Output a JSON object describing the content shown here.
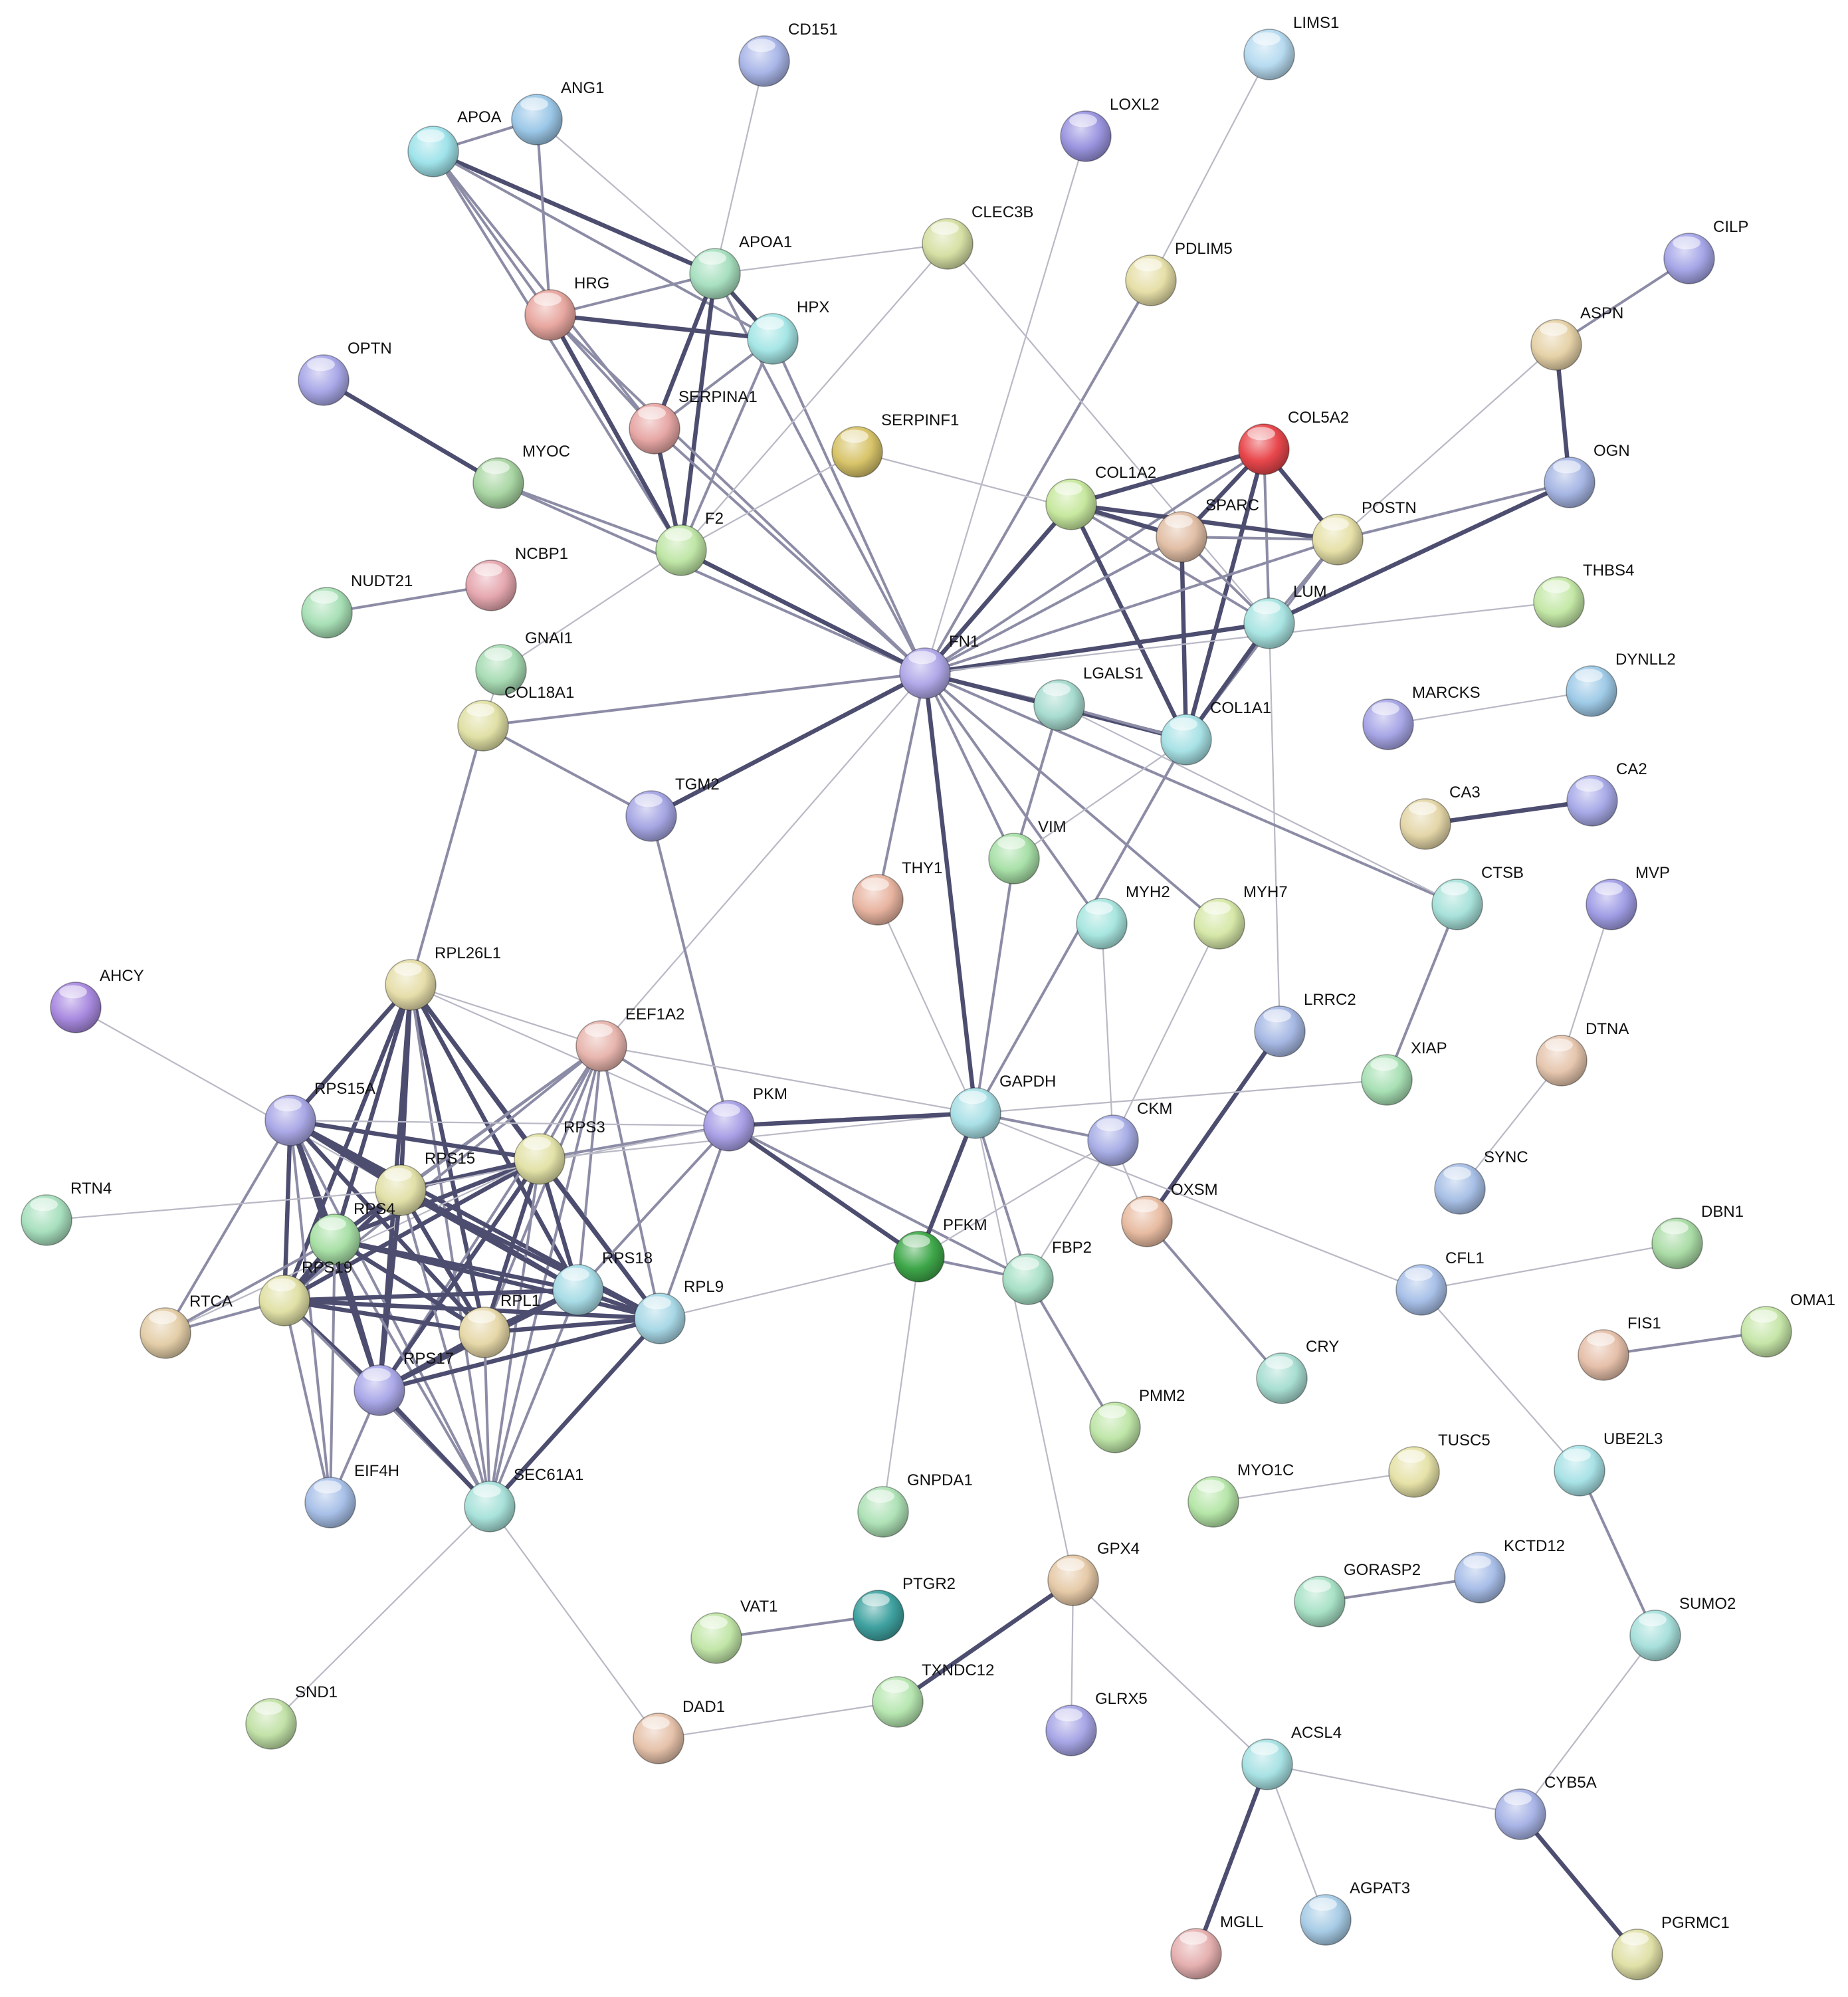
{
  "network": {
    "nodes": [
      {
        "id": "CD151",
        "color": "#a9b6e8"
      },
      {
        "id": "LIMS1",
        "color": "#b7dbf0"
      },
      {
        "id": "ANG1",
        "color": "#9cc8e8"
      },
      {
        "id": "APOA",
        "color": "#9fe3ea"
      },
      {
        "id": "LOXL2",
        "color": "#9b95e0"
      },
      {
        "id": "CLEC3B",
        "color": "#d6e0a4"
      },
      {
        "id": "APOA1",
        "color": "#a8e0c0"
      },
      {
        "id": "HRG",
        "color": "#e8a7a0"
      },
      {
        "id": "HPX",
        "color": "#a6e6e6"
      },
      {
        "id": "PDLIM5",
        "color": "#e6dfa8"
      },
      {
        "id": "CILP",
        "color": "#a6a6e8"
      },
      {
        "id": "ASPN",
        "color": "#e6d2a8"
      },
      {
        "id": "OPTN",
        "color": "#a9a8e8"
      },
      {
        "id": "SERPINA1",
        "color": "#e7a7a5"
      },
      {
        "id": "SERPINF1",
        "color": "#d8c46a"
      },
      {
        "id": "COL5A2",
        "color": "#e8474c"
      },
      {
        "id": "MYOC",
        "color": "#a9d6a3"
      },
      {
        "id": "OGN",
        "color": "#a6b6e4"
      },
      {
        "id": "COL1A2",
        "color": "#c7e89e"
      },
      {
        "id": "SPARC",
        "color": "#e2bfa6"
      },
      {
        "id": "POSTN",
        "color": "#e6e0a8"
      },
      {
        "id": "F2",
        "color": "#bfe6a6"
      },
      {
        "id": "NCBP1",
        "color": "#e6a8b0"
      },
      {
        "id": "NUDT21",
        "color": "#a8e0b6"
      },
      {
        "id": "THBS4",
        "color": "#c4e8a6"
      },
      {
        "id": "GNAI1",
        "color": "#a8dcb4"
      },
      {
        "id": "LUM",
        "color": "#a8e4e2"
      },
      {
        "id": "FN1",
        "color": "#b0a8e8"
      },
      {
        "id": "DYNLL2",
        "color": "#9fcbe8"
      },
      {
        "id": "MARCKS",
        "color": "#a8a6e6"
      },
      {
        "id": "LGALS1",
        "color": "#a8dcd0"
      },
      {
        "id": "COL18A1",
        "color": "#e0e0a6"
      },
      {
        "id": "COL1A1",
        "color": "#a8e2e6"
      },
      {
        "id": "CA2",
        "color": "#a8aae8"
      },
      {
        "id": "CA3",
        "color": "#e4d6a8"
      },
      {
        "id": "TGM2",
        "color": "#a6a6e4"
      },
      {
        "id": "VIM",
        "color": "#a8e0a8"
      },
      {
        "id": "THY1",
        "color": "#e8b4a0"
      },
      {
        "id": "CTSB",
        "color": "#a8e2da"
      },
      {
        "id": "MVP",
        "color": "#a19ee6"
      },
      {
        "id": "MYH2",
        "color": "#a8e6e0"
      },
      {
        "id": "MYH7",
        "color": "#d6e8a8"
      },
      {
        "id": "RPL26L1",
        "color": "#e6deaa"
      },
      {
        "id": "AHCY",
        "color": "#a98ae0"
      },
      {
        "id": "LRRC2",
        "color": "#a6b8e4"
      },
      {
        "id": "EEF1A2",
        "color": "#e8b6ae"
      },
      {
        "id": "DTNA",
        "color": "#e6c6ae"
      },
      {
        "id": "XIAP",
        "color": "#a8e0b4"
      },
      {
        "id": "RPS15A",
        "color": "#aaa8e6"
      },
      {
        "id": "GAPDH",
        "color": "#a8e0e6"
      },
      {
        "id": "PKM",
        "color": "#a8a0e6"
      },
      {
        "id": "CKM",
        "color": "#a8aee6"
      },
      {
        "id": "RPS3",
        "color": "#e2e2a8"
      },
      {
        "id": "RPS15",
        "color": "#e2e0a8"
      },
      {
        "id": "SYNC",
        "color": "#a8c0e6"
      },
      {
        "id": "RTN4",
        "color": "#a8e0be"
      },
      {
        "id": "OXSM",
        "color": "#e8bca2"
      },
      {
        "id": "RPS4",
        "color": "#a8e0a6"
      },
      {
        "id": "DBN1",
        "color": "#aadca6"
      },
      {
        "id": "PFKM",
        "color": "#3fa84a"
      },
      {
        "id": "FBP2",
        "color": "#a8e0c6"
      },
      {
        "id": "CFL1",
        "color": "#a8c0e8"
      },
      {
        "id": "RPS18",
        "color": "#a8dce6"
      },
      {
        "id": "RPS19",
        "color": "#e0e0a6"
      },
      {
        "id": "RTCA",
        "color": "#e4cea8"
      },
      {
        "id": "RPL9",
        "color": "#a8d8e6"
      },
      {
        "id": "RPL1",
        "color": "#e6d8a8"
      },
      {
        "id": "OMA1",
        "color": "#c6e6a8"
      },
      {
        "id": "FIS1",
        "color": "#e6c0aa"
      },
      {
        "id": "CRY",
        "color": "#a8ded2"
      },
      {
        "id": "RPS17",
        "color": "#aaa8e8"
      },
      {
        "id": "PMM2",
        "color": "#bfe6a8"
      },
      {
        "id": "TUSC5",
        "color": "#e6e2a8"
      },
      {
        "id": "UBE2L3",
        "color": "#a8e2e6"
      },
      {
        "id": "EIF4H",
        "color": "#a8c0e8"
      },
      {
        "id": "SEC61A1",
        "color": "#a8e2da"
      },
      {
        "id": "MYO1C",
        "color": "#b6e6a8"
      },
      {
        "id": "GNPDA1",
        "color": "#aee2b6"
      },
      {
        "id": "KCTD12",
        "color": "#a8bee8"
      },
      {
        "id": "GPX4",
        "color": "#e6caa8"
      },
      {
        "id": "GORASP2",
        "color": "#a8e2c6"
      },
      {
        "id": "PTGR2",
        "color": "#3fa2a0"
      },
      {
        "id": "SUMO2",
        "color": "#a8e0dc"
      },
      {
        "id": "VAT1",
        "color": "#c2e6a8"
      },
      {
        "id": "TXNDC12",
        "color": "#b6e6b0"
      },
      {
        "id": "SND1",
        "color": "#c2e2a8"
      },
      {
        "id": "DAD1",
        "color": "#e6c2aa"
      },
      {
        "id": "GLRX5",
        "color": "#a8a6e6"
      },
      {
        "id": "ACSL4",
        "color": "#a8e2e4"
      },
      {
        "id": "CYB5A",
        "color": "#a8b4e6"
      },
      {
        "id": "AGPAT3",
        "color": "#a8cce6"
      },
      {
        "id": "MGLL",
        "color": "#e6b0b0"
      },
      {
        "id": "PGRMC1",
        "color": "#e0e0a8"
      }
    ],
    "edges": [
      [
        "CD151",
        "APOA1",
        1
      ],
      [
        "LIMS1",
        "PDLIM5",
        1
      ],
      [
        "LOXL2",
        "FN1",
        1
      ],
      [
        "PDLIM5",
        "FN1",
        2
      ],
      [
        "CILP",
        "ASPN",
        2
      ],
      [
        "ASPN",
        "OGN",
        3
      ],
      [
        "ASPN",
        "POSTN",
        1
      ],
      [
        "APOA",
        "ANG1",
        2
      ],
      [
        "APOA",
        "HRG",
        2
      ],
      [
        "APOA",
        "APOA1",
        3
      ],
      [
        "APOA",
        "HPX",
        2
      ],
      [
        "APOA",
        "F2",
        2
      ],
      [
        "APOA",
        "SERPINA1",
        2
      ],
      [
        "ANG1",
        "HRG",
        2
      ],
      [
        "ANG1",
        "APOA1",
        1
      ],
      [
        "APOA1",
        "HRG",
        2
      ],
      [
        "APOA1",
        "HPX",
        3
      ],
      [
        "APOA1",
        "SERPINA1",
        3
      ],
      [
        "APOA1",
        "F2",
        3
      ],
      [
        "APOA1",
        "FN1",
        2
      ],
      [
        "APOA1",
        "CLEC3B",
        1
      ],
      [
        "HRG",
        "HPX",
        3
      ],
      [
        "HRG",
        "SERPINA1",
        2
      ],
      [
        "HRG",
        "F2",
        3
      ],
      [
        "HRG",
        "FN1",
        2
      ],
      [
        "HPX",
        "SERPINA1",
        2
      ],
      [
        "HPX",
        "F2",
        2
      ],
      [
        "HPX",
        "FN1",
        2
      ],
      [
        "SERPINA1",
        "F2",
        3
      ],
      [
        "SERPINA1",
        "FN1",
        2
      ],
      [
        "CLEC3B",
        "F2",
        1
      ],
      [
        "CLEC3B",
        "LUM",
        1
      ],
      [
        "SERPINF1",
        "F2",
        1
      ],
      [
        "SERPINF1",
        "SPARC",
        1
      ],
      [
        "OPTN",
        "MYOC",
        3
      ],
      [
        "MYOC",
        "F2",
        2
      ],
      [
        "MYOC",
        "FN1",
        2
      ],
      [
        "NUDT21",
        "NCBP1",
        2
      ],
      [
        "F2",
        "FN1",
        3
      ],
      [
        "F2",
        "GNAI1",
        1
      ],
      [
        "COL5A2",
        "COL1A2",
        3
      ],
      [
        "COL5A2",
        "SPARC",
        3
      ],
      [
        "COL5A2",
        "POSTN",
        3
      ],
      [
        "COL5A2",
        "LUM",
        2
      ],
      [
        "COL5A2",
        "COL1A1",
        3
      ],
      [
        "COL5A2",
        "FN1",
        2
      ],
      [
        "COL1A2",
        "SPARC",
        3
      ],
      [
        "COL1A2",
        "POSTN",
        3
      ],
      [
        "COL1A2",
        "LUM",
        2
      ],
      [
        "COL1A2",
        "COL1A1",
        3
      ],
      [
        "COL1A2",
        "FN1",
        3
      ],
      [
        "SPARC",
        "POSTN",
        2
      ],
      [
        "SPARC",
        "LUM",
        2
      ],
      [
        "SPARC",
        "COL1A1",
        3
      ],
      [
        "SPARC",
        "FN1",
        2
      ],
      [
        "POSTN",
        "LUM",
        2
      ],
      [
        "POSTN",
        "OGN",
        2
      ],
      [
        "POSTN",
        "COL1A1",
        2
      ],
      [
        "POSTN",
        "FN1",
        2
      ],
      [
        "OGN",
        "LUM",
        3
      ],
      [
        "LUM",
        "COL1A1",
        3
      ],
      [
        "LUM",
        "FN1",
        3
      ],
      [
        "LUM",
        "LRRC2",
        1
      ],
      [
        "THBS4",
        "FN1",
        1
      ],
      [
        "FN1",
        "COL18A1",
        2
      ],
      [
        "FN1",
        "TGM2",
        3
      ],
      [
        "FN1",
        "LGALS1",
        2
      ],
      [
        "FN1",
        "COL1A1",
        3
      ],
      [
        "FN1",
        "VIM",
        2
      ],
      [
        "FN1",
        "THY1",
        2
      ],
      [
        "FN1",
        "MYH2",
        2
      ],
      [
        "FN1",
        "MYH7",
        2
      ],
      [
        "FN1",
        "CTSB",
        2
      ],
      [
        "FN1",
        "GAPDH",
        3
      ],
      [
        "FN1",
        "EEF1A2",
        1
      ],
      [
        "GNAI1",
        "COL18A1",
        1
      ],
      [
        "COL18A1",
        "TGM2",
        2
      ],
      [
        "COL18A1",
        "RPL26L1",
        2
      ],
      [
        "LGALS1",
        "COL1A1",
        2
      ],
      [
        "LGALS1",
        "VIM",
        2
      ],
      [
        "LGALS1",
        "CTSB",
        1
      ],
      [
        "COL1A1",
        "VIM",
        1
      ],
      [
        "COL1A1",
        "GAPDH",
        2
      ],
      [
        "MARCKS",
        "DYNLL2",
        1
      ],
      [
        "CA3",
        "CA2",
        3
      ],
      [
        "TGM2",
        "PKM",
        2
      ],
      [
        "VIM",
        "GAPDH",
        2
      ],
      [
        "THY1",
        "GAPDH",
        1
      ],
      [
        "MYH2",
        "CKM",
        1
      ],
      [
        "MYH7",
        "CKM",
        1
      ],
      [
        "CTSB",
        "XIAP",
        2
      ],
      [
        "MVP",
        "DTNA",
        1
      ],
      [
        "DTNA",
        "SYNC",
        1
      ],
      [
        "LRRC2",
        "OXSM",
        3
      ],
      [
        "RPL26L1",
        "RPS15A",
        3
      ],
      [
        "RPL26L1",
        "RPS3",
        3
      ],
      [
        "RPL26L1",
        "RPS15",
        3
      ],
      [
        "RPL26L1",
        "RPS4",
        3
      ],
      [
        "RPL26L1",
        "RPS18",
        3
      ],
      [
        "RPL26L1",
        "RPS19",
        3
      ],
      [
        "RPL26L1",
        "RPL9",
        3
      ],
      [
        "RPL26L1",
        "RPL1",
        3
      ],
      [
        "RPL26L1",
        "RPS17",
        3
      ],
      [
        "RPL26L1",
        "SEC61A1",
        2
      ],
      [
        "RPL26L1",
        "EEF1A2",
        1
      ],
      [
        "RPL26L1",
        "PKM",
        1
      ],
      [
        "EEF1A2",
        "RPS3",
        2
      ],
      [
        "EEF1A2",
        "RPS15",
        2
      ],
      [
        "EEF1A2",
        "RPS4",
        2
      ],
      [
        "EEF1A2",
        "RPS18",
        2
      ],
      [
        "EEF1A2",
        "RPS19",
        2
      ],
      [
        "EEF1A2",
        "RPL9",
        2
      ],
      [
        "EEF1A2",
        "RPL1",
        2
      ],
      [
        "EEF1A2",
        "RPS17",
        2
      ],
      [
        "EEF1A2",
        "SEC61A1",
        2
      ],
      [
        "EEF1A2",
        "GAPDH",
        1
      ],
      [
        "EEF1A2",
        "PKM",
        2
      ],
      [
        "AHCY",
        "RPS15",
        1
      ],
      [
        "RPS15A",
        "RPS3",
        3
      ],
      [
        "RPS15A",
        "RPS15",
        3
      ],
      [
        "RPS15A",
        "RPS4",
        3
      ],
      [
        "RPS15A",
        "RPS18",
        3
      ],
      [
        "RPS15A",
        "RPS19",
        3
      ],
      [
        "RPS15A",
        "RPL9",
        3
      ],
      [
        "RPS15A",
        "RPL1",
        3
      ],
      [
        "RPS15A",
        "RPS17",
        3
      ],
      [
        "RPS15A",
        "SEC61A1",
        2
      ],
      [
        "RPS15A",
        "RTCA",
        2
      ],
      [
        "RPS15A",
        "EIF4H",
        2
      ],
      [
        "RPS15A",
        "PKM",
        1
      ],
      [
        "RPS3",
        "RPS15",
        3
      ],
      [
        "RPS3",
        "RPS4",
        3
      ],
      [
        "RPS3",
        "RPS18",
        3
      ],
      [
        "RPS3",
        "RPS19",
        3
      ],
      [
        "RPS3",
        "RPL9",
        3
      ],
      [
        "RPS3",
        "RPL1",
        3
      ],
      [
        "RPS3",
        "RPS17",
        3
      ],
      [
        "RPS3",
        "SEC61A1",
        2
      ],
      [
        "RPS3",
        "PKM",
        2
      ],
      [
        "RPS3",
        "GAPDH",
        1
      ],
      [
        "RPS3",
        "RTCA",
        1
      ],
      [
        "RPS15",
        "RPS4",
        3
      ],
      [
        "RPS15",
        "RPS18",
        3
      ],
      [
        "RPS15",
        "RPS19",
        3
      ],
      [
        "RPS15",
        "RPL9",
        3
      ],
      [
        "RPS15",
        "RPL1",
        3
      ],
      [
        "RPS15",
        "RPS17",
        3
      ],
      [
        "RPS15",
        "SEC61A1",
        2
      ],
      [
        "RPS15",
        "RTN4",
        1
      ],
      [
        "RPS15",
        "PKM",
        1
      ],
      [
        "RPS4",
        "RPS18",
        3
      ],
      [
        "RPS4",
        "RPS19",
        3
      ],
      [
        "RPS4",
        "RPL9",
        3
      ],
      [
        "RPS4",
        "RPL1",
        3
      ],
      [
        "RPS4",
        "RPS17",
        3
      ],
      [
        "RPS4",
        "SEC61A1",
        2
      ],
      [
        "RPS4",
        "RTCA",
        2
      ],
      [
        "RPS4",
        "EIF4H",
        2
      ],
      [
        "RPS18",
        "RPS19",
        3
      ],
      [
        "RPS18",
        "RPL9",
        3
      ],
      [
        "RPS18",
        "RPL1",
        3
      ],
      [
        "RPS18",
        "RPS17",
        3
      ],
      [
        "RPS18",
        "SEC61A1",
        2
      ],
      [
        "RPS18",
        "PKM",
        2
      ],
      [
        "RPS19",
        "RPL9",
        3
      ],
      [
        "RPS19",
        "RPL1",
        3
      ],
      [
        "RPS19",
        "RPS17",
        3
      ],
      [
        "RPS19",
        "SEC61A1",
        2
      ],
      [
        "RPS19",
        "RTCA",
        2
      ],
      [
        "RPS19",
        "EIF4H",
        2
      ],
      [
        "RPL9",
        "RPL1",
        3
      ],
      [
        "RPL9",
        "RPS17",
        3
      ],
      [
        "RPL9",
        "SEC61A1",
        3
      ],
      [
        "RPL9",
        "PKM",
        2
      ],
      [
        "RPL9",
        "PFKM",
        1
      ],
      [
        "RPL1",
        "RPS17",
        3
      ],
      [
        "RPL1",
        "SEC61A1",
        2
      ],
      [
        "RPS17",
        "SEC61A1",
        3
      ],
      [
        "RPS17",
        "EIF4H",
        2
      ],
      [
        "SEC61A1",
        "SND1",
        1
      ],
      [
        "SEC61A1",
        "DAD1",
        1
      ],
      [
        "PKM",
        "GAPDH",
        3
      ],
      [
        "PKM",
        "PFKM",
        3
      ],
      [
        "PKM",
        "FBP2",
        2
      ],
      [
        "GAPDH",
        "PFKM",
        3
      ],
      [
        "GAPDH",
        "FBP2",
        2
      ],
      [
        "GAPDH",
        "CKM",
        2
      ],
      [
        "GAPDH",
        "XIAP",
        1
      ],
      [
        "GAPDH",
        "CFL1",
        1
      ],
      [
        "GAPDH",
        "GPX4",
        1
      ],
      [
        "PFKM",
        "FBP2",
        2
      ],
      [
        "PFKM",
        "GNPDA1",
        1
      ],
      [
        "PFKM",
        "CKM",
        1
      ],
      [
        "FBP2",
        "PMM2",
        2
      ],
      [
        "FBP2",
        "CKM",
        1
      ],
      [
        "CKM",
        "OXSM",
        1
      ],
      [
        "OXSM",
        "CRY",
        2
      ],
      [
        "DBN1",
        "CFL1",
        1
      ],
      [
        "CFL1",
        "UBE2L3",
        1
      ],
      [
        "FIS1",
        "OMA1",
        2
      ],
      [
        "UBE2L3",
        "SUMO2",
        2
      ],
      [
        "SUMO2",
        "CYB5A",
        1
      ],
      [
        "MYO1C",
        "TUSC5",
        1
      ],
      [
        "GORASP2",
        "KCTD12",
        2
      ],
      [
        "VAT1",
        "PTGR2",
        2
      ],
      [
        "GPX4",
        "TXNDC12",
        3
      ],
      [
        "GPX4",
        "GLRX5",
        1
      ],
      [
        "GPX4",
        "ACSL4",
        1
      ],
      [
        "TXNDC12",
        "DAD1",
        1
      ],
      [
        "ACSL4",
        "CYB5A",
        1
      ],
      [
        "ACSL4",
        "AGPAT3",
        1
      ],
      [
        "ACSL4",
        "MGLL",
        3
      ],
      [
        "CYB5A",
        "PGRMC1",
        3
      ]
    ]
  }
}
